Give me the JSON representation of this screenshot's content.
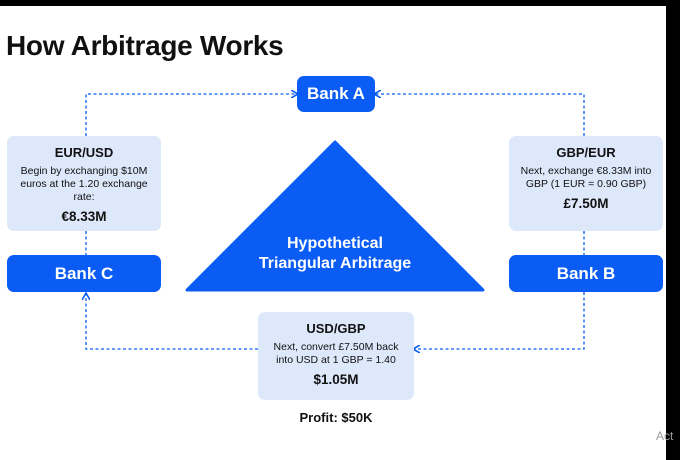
{
  "title": "How Arbitrage Works",
  "banks": {
    "a": "Bank A",
    "b": "Bank B",
    "c": "Bank C"
  },
  "center_label": {
    "line1": "Hypothetical",
    "line2": "Triangular Arbitrage"
  },
  "steps": {
    "eur_usd": {
      "pair": "EUR/USD",
      "description": "Begin by exchanging $10M euros at the 1.20 exchange rate:",
      "amount": "€8.33M"
    },
    "gbp_eur": {
      "pair": "GBP/EUR",
      "description": "Next, exchange €8.33M into GBP (1 EUR = 0.90 GBP)",
      "amount": "£7.50M"
    },
    "usd_gbp": {
      "pair": "USD/GBP",
      "description": "Next, convert £7.50M back into USD at 1 GBP = 1.40",
      "amount": "$1.05M"
    }
  },
  "profit": "Profit: $50K",
  "watermark": "Act"
}
